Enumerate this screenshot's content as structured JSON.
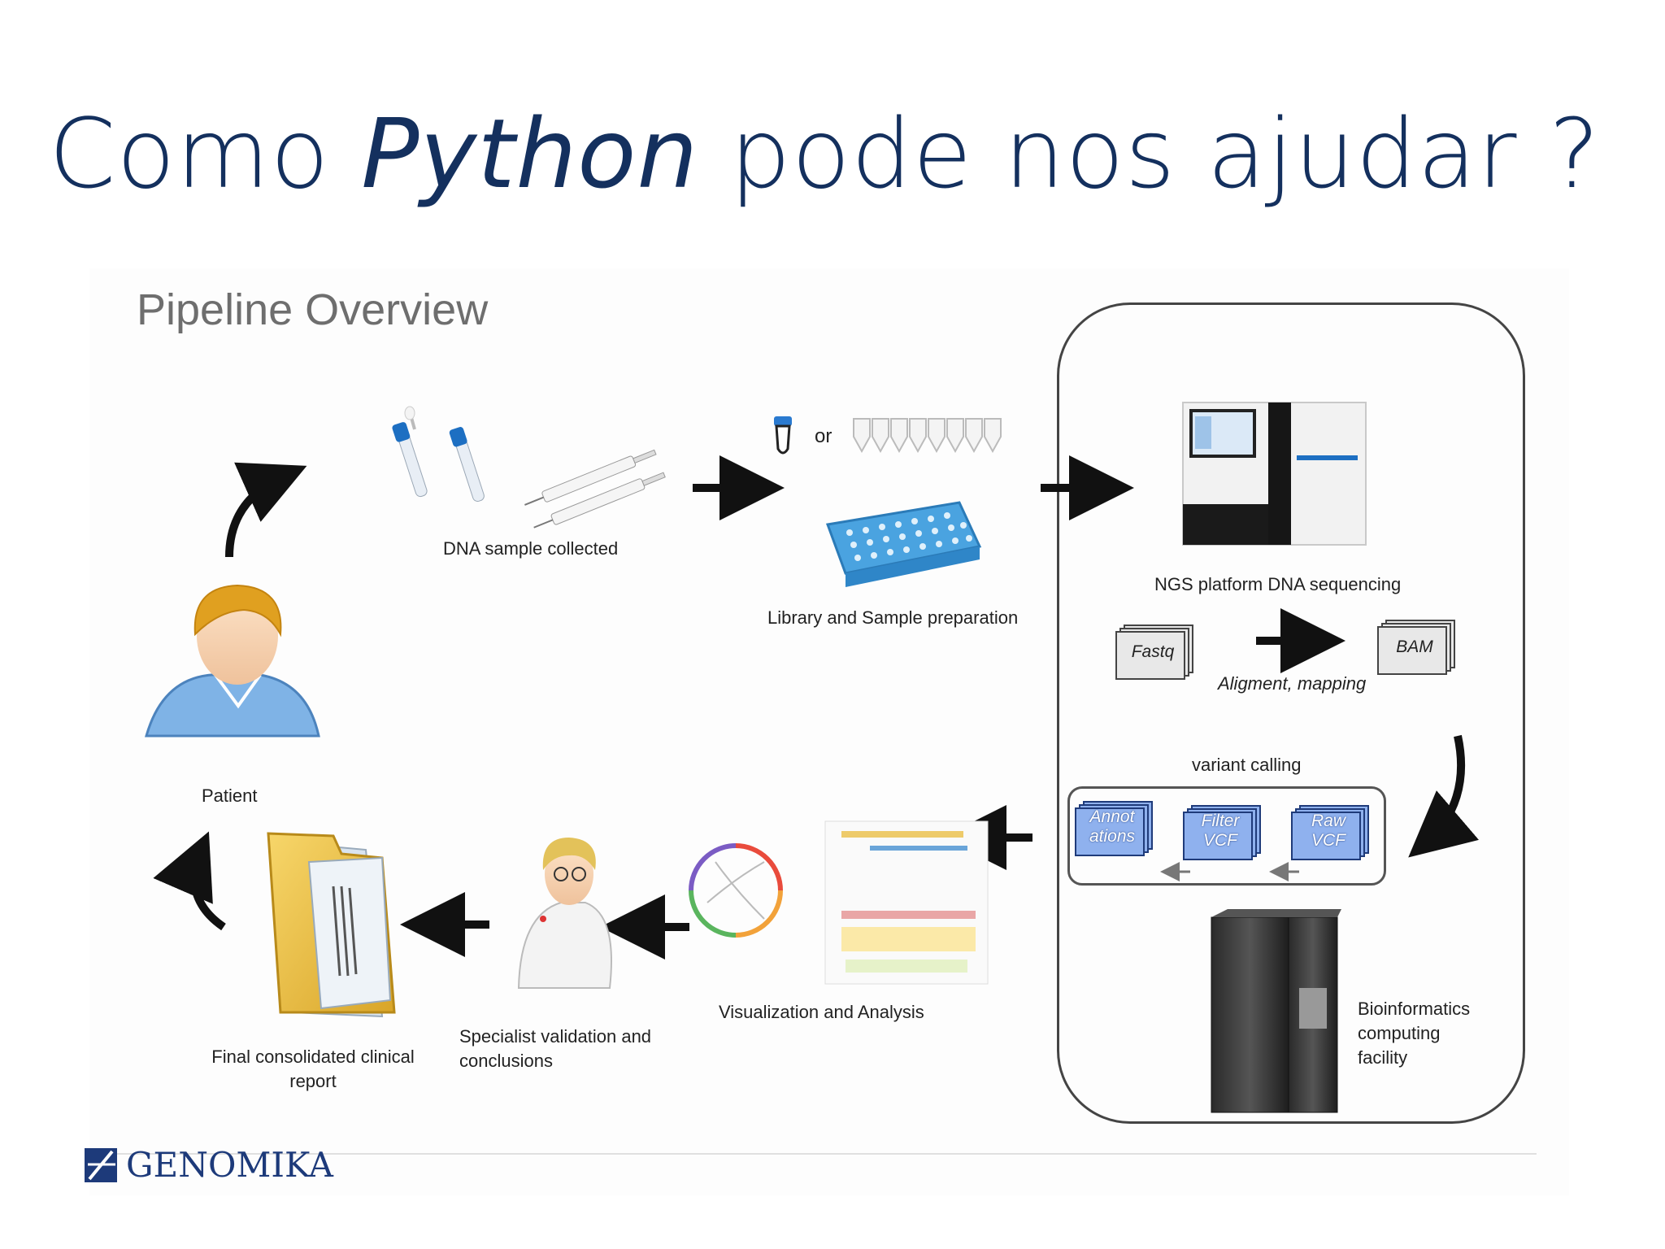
{
  "slide": {
    "title_pre": "Como ",
    "title_italic": "Python",
    "title_post": " pode nos ajudar ?"
  },
  "pipeline": {
    "title": "Pipeline Overview",
    "labels": {
      "dna_sample": "DNA sample collected",
      "or": "or",
      "library_prep": "Library and Sample preparation",
      "ngs": "NGS platform DNA sequencing",
      "fastq": "Fastq",
      "bam": "BAM",
      "alignment": "Aligment, mapping",
      "variant_calling": "variant calling",
      "annot_1": "Annot",
      "annot_2": "ations",
      "filter_1": "Filter",
      "filter_2": "VCF",
      "raw_1": "Raw",
      "raw_2": "VCF",
      "hpc_1": "Bioinformatics",
      "hpc_2": "computing",
      "hpc_3": "facility",
      "visualization": "Visualization and Analysis",
      "specialist_1": "Specialist validation and",
      "specialist_2": "conclusions",
      "report_1": "Final consolidated clinical",
      "report_2": "report",
      "patient": "Patient"
    }
  },
  "footer": {
    "logo": "GENOMIKA"
  },
  "colors": {
    "title": "#14305e",
    "logo": "#1d3a7a",
    "plate": "#4aa3e0",
    "file_stack_blue": "#8fb1ee"
  }
}
